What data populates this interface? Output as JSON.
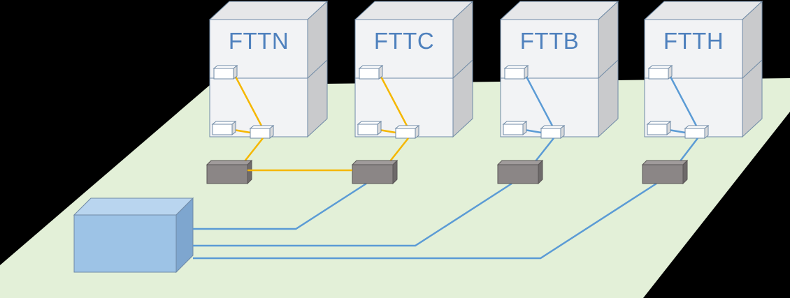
{
  "buildings": [
    {
      "label": "FTTN",
      "link": "copper"
    },
    {
      "label": "FTTC",
      "link": "copper"
    },
    {
      "label": "FTTB",
      "link": "fiber"
    },
    {
      "label": "FTTH",
      "link": "fiber"
    }
  ],
  "colors": {
    "background": "#000000",
    "ground": "#e3f0d8",
    "building_front": "#f2f3f5",
    "building_side": "#c9cacc",
    "building_top": "#e6e7e9",
    "building_edge": "#6f8aa6",
    "label_text": "#4f81bd",
    "copper_line": "#f5b700",
    "fiber_line": "#5b9bd5",
    "node_box": "#8b8686",
    "central_office": "#9dc3e6"
  }
}
